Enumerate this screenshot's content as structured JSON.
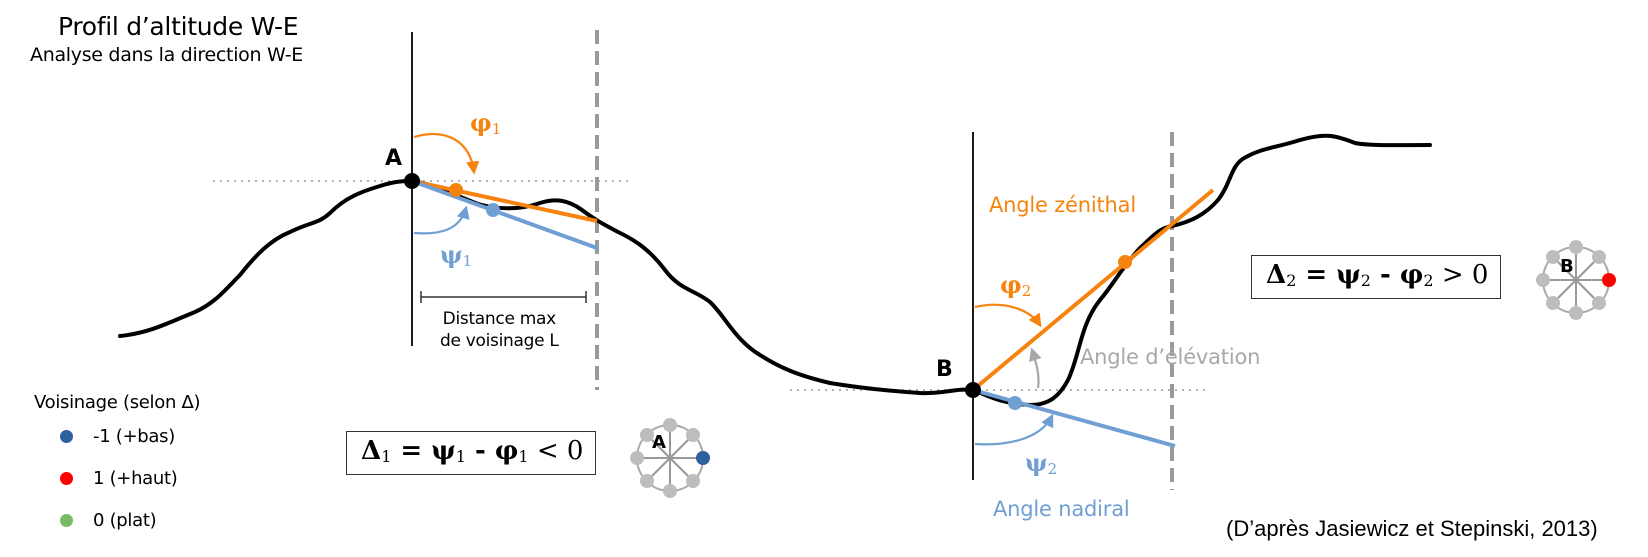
{
  "header": {
    "title": "Profil d’altitude W-E",
    "subtitle": "Analyse dans la direction W-E"
  },
  "points": {
    "a_label": "A",
    "b_label": "B"
  },
  "angles": {
    "phi1_symbol": "φ",
    "phi1_index": "1",
    "psi1_symbol": "ψ",
    "psi1_index": "1",
    "phi2_symbol": "φ",
    "phi2_index": "2",
    "psi2_symbol": "ψ",
    "psi2_index": "2",
    "zenith_label": "Angle zénithal",
    "elevation_label": "Angle d’élévation",
    "nadir_label": "Angle nadiral"
  },
  "distance": {
    "line1": "Distance max",
    "line2": "de voisinage L"
  },
  "formulas": {
    "f1": {
      "delta": "Δ",
      "delta_index": "1",
      "eq": " = ",
      "psi": "ψ",
      "psi_index": "1",
      "minus": " - ",
      "phi": "φ",
      "phi_index": "1",
      "rel": " < 0"
    },
    "f2": {
      "delta": "Δ",
      "delta_index": "2",
      "eq": " = ",
      "psi": "ψ",
      "psi_index": "2",
      "minus": " - ",
      "phi": "φ",
      "phi_index": "2",
      "rel": " > 0"
    }
  },
  "neighborhoods": {
    "a": {
      "label": "A",
      "highlight": "east",
      "highlight_color": "#2e5f9e"
    },
    "b": {
      "label": "B",
      "highlight": "east",
      "highlight_color": "#ff0000"
    }
  },
  "legend": {
    "title": "Voisinage (selon Δ)",
    "items": [
      {
        "label": "-1 (+bas)",
        "color": "#2e5f9e"
      },
      {
        "label": "1 (+haut)",
        "color": "#ff0000"
      },
      {
        "label": "0 (plat)",
        "color": "#77bb66"
      }
    ]
  },
  "citation": "(D’après Jasiewicz et Stepinski, 2013)",
  "colors": {
    "zenith": "#f7830f",
    "nadir": "#6f9fd3",
    "elevation": "#a8a8a8",
    "terrain": "#000000",
    "neighbor_grey": "#bdbdbd"
  }
}
